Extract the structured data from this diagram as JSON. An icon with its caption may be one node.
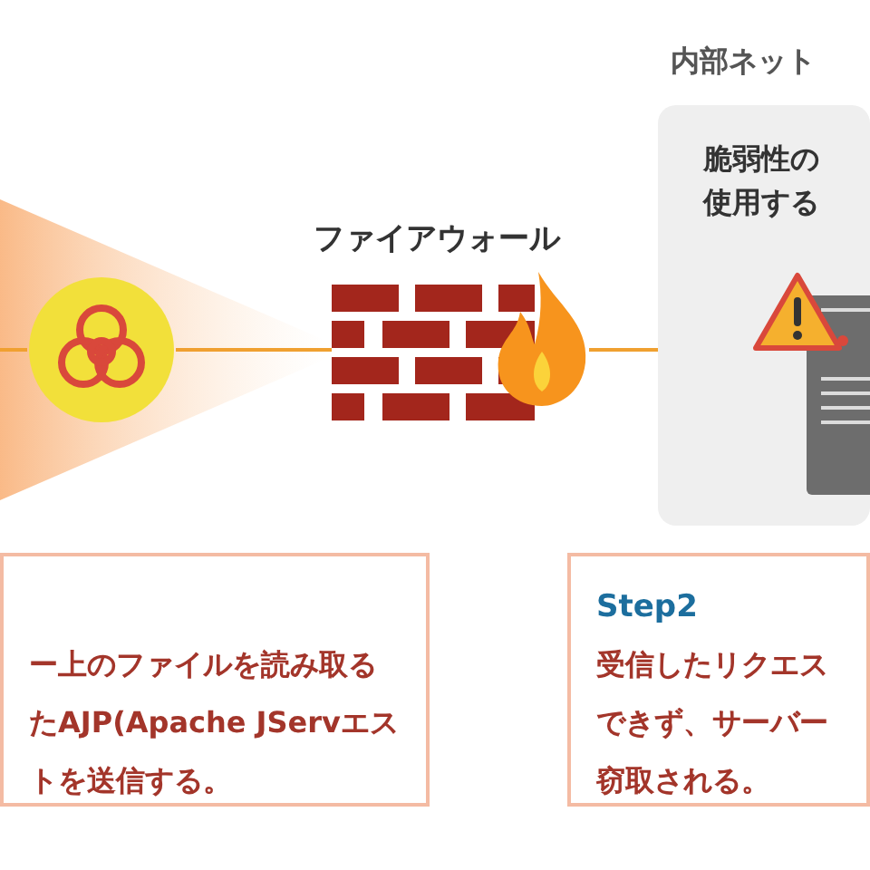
{
  "diagram": {
    "nodes": [
      {
        "text": [],
        "shape": "circle"
      },
      {
        "text": [
          "ファイアウォール"
        ]
      },
      {
        "text": [
          "内部ネット",
          "脆弱性の",
          "使用する"
        ]
      },
      {
        "text": [],
        "shape": "picture",
        "in": 2
      },
      {
        "text": [
          "ー上のファイルを読み取るたAJP(Apache JServエストを送信する。"
        ]
      },
      {
        "text": [
          "Step2",
          "受信したリクエスできず、サーバー窃取される。"
        ]
      }
    ],
    "edges": [
      {
        "from": null,
        "to": 0,
        "arrow": "none"
      },
      {
        "from": 0,
        "to": 1,
        "arrow": "none"
      },
      {
        "from": 1,
        "to": 3,
        "arrow": "to"
      }
    ]
  }
}
